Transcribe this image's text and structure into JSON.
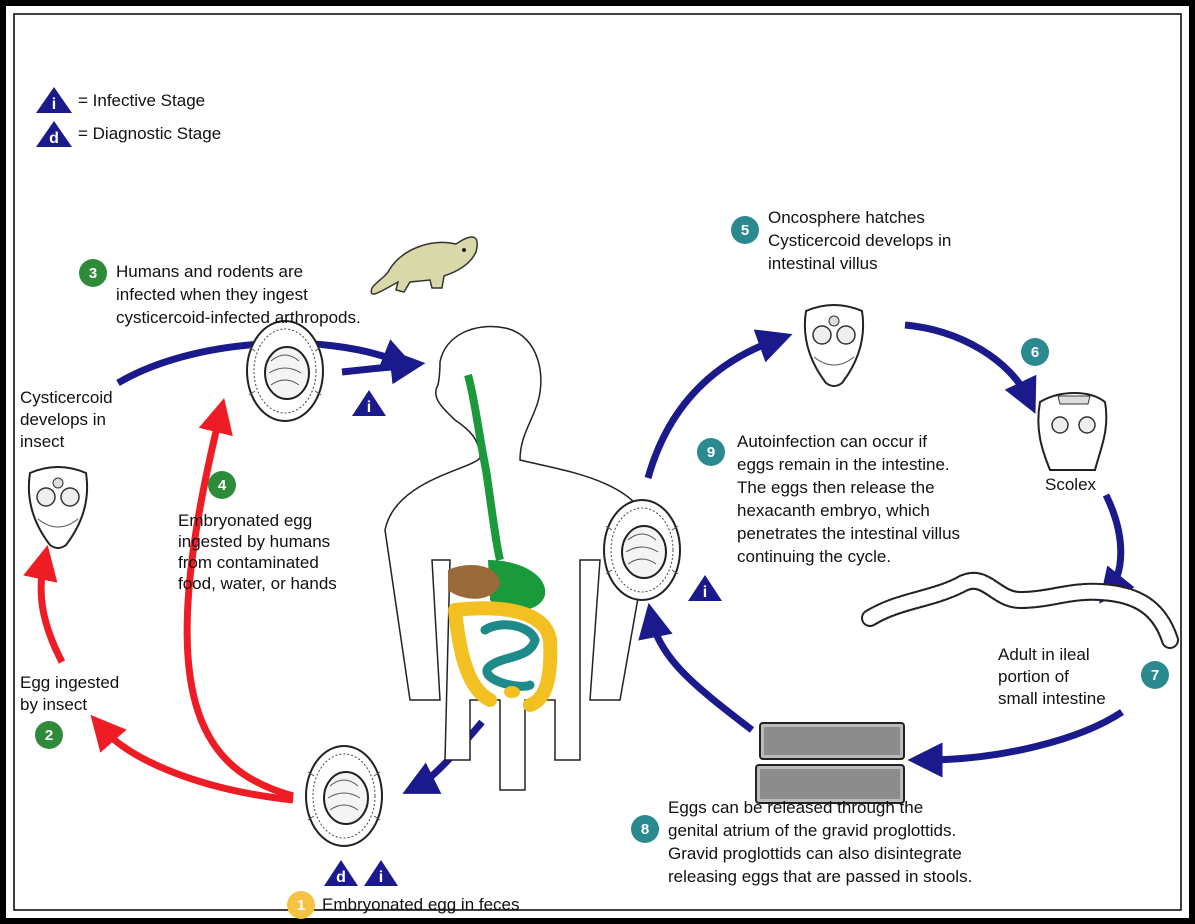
{
  "legend": {
    "infective": {
      "letter": "i",
      "text": "= Infective Stage"
    },
    "diagnostic": {
      "letter": "d",
      "text": "= Diagnostic Stage"
    }
  },
  "steps": {
    "s1": {
      "num": "1",
      "lines": [
        "Embryonated egg in feces"
      ]
    },
    "s2": {
      "num": "2",
      "lines": [
        "Egg ingested",
        "by insect"
      ]
    },
    "s2b": {
      "lines": [
        "Cysticercoid",
        "develops in",
        "insect"
      ]
    },
    "s3": {
      "num": "3",
      "lines": [
        "Humans and rodents are",
        "infected when they ingest",
        "cysticercoid-infected arthropods."
      ]
    },
    "s4": {
      "num": "4",
      "lines": [
        "Embryonated egg",
        "ingested by humans",
        "from contaminated",
        "food, water, or hands"
      ]
    },
    "s5": {
      "num": "5",
      "lines": [
        "Oncosphere hatches",
        "Cysticercoid develops in",
        "intestinal villus"
      ]
    },
    "s6": {
      "num": "6",
      "lines": [
        "Scolex"
      ]
    },
    "s7": {
      "num": "7",
      "lines": [
        "Adult in ileal",
        "portion of",
        "small intestine"
      ]
    },
    "s8": {
      "num": "8",
      "lines": [
        "Eggs can be released through the",
        "genital atrium of the gravid proglottids.",
        "Gravid proglottids can also disintegrate",
        "releasing eggs that are passed in stools."
      ]
    },
    "s9": {
      "num": "9",
      "lines": [
        "Autoinfection can occur if",
        "eggs remain in the intestine.",
        "The eggs then release the",
        "hexacanth embryo, which",
        "penetrates the intestinal villus",
        "continuing the cycle."
      ]
    }
  },
  "colors": {
    "navy": "#1a1a8c",
    "red": "#ee1c24",
    "badge_green": "#2e8b3a",
    "badge_teal": "#2a8a8f",
    "badge_yellow": "#f5c242",
    "gut_green": "#1a9a3a",
    "gut_yellow": "#f2c021",
    "gut_teal": "#1f8a8a",
    "liver": "#9b6a3a",
    "rodent": "#d8d8a8"
  }
}
